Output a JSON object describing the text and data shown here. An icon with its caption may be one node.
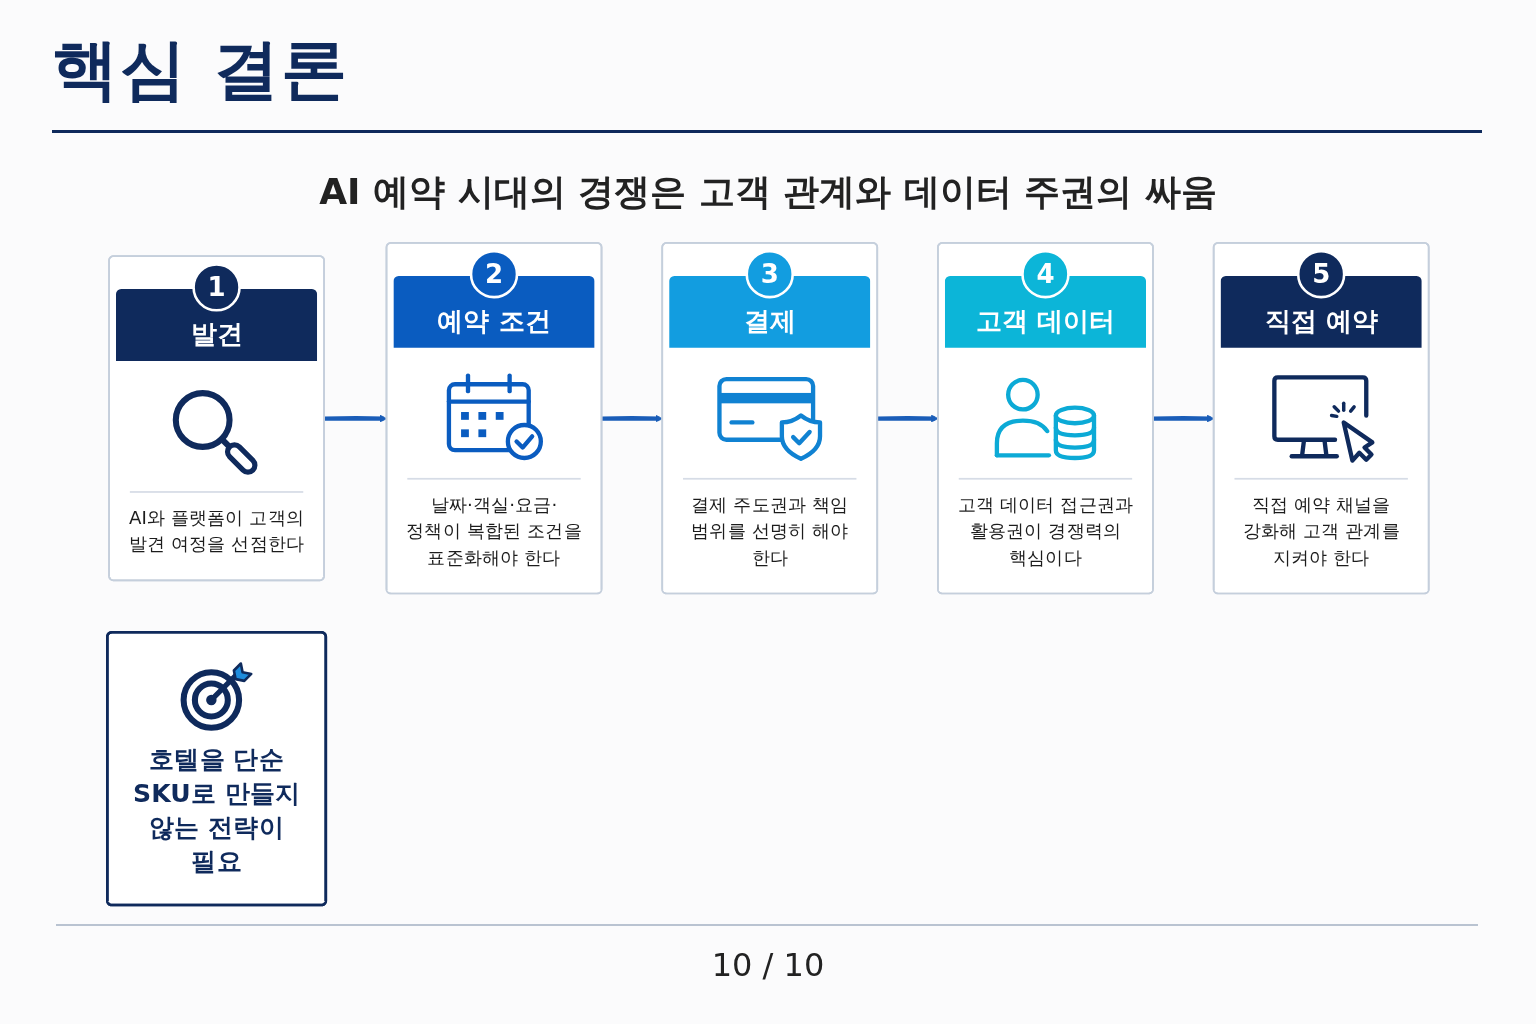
{
  "diagram": {
    "title": "핵심 결론",
    "nodes": [
      {
        "text": [
          "1",
          "발견",
          "AI와 플랫폼이 고객의 발견 여정을 선점한다"
        ]
      },
      {
        "text": [
          "2",
          "예약 조건",
          "날짜·객실·요금·정책이 복합된 조건을 표준화해야 한다"
        ]
      },
      {
        "text": [
          "3",
          "결제",
          "결제 주도권과 책임 범위를 선명히 해야 한다"
        ]
      },
      {
        "text": [
          "4",
          "고객 데이터",
          "고객 데이터 접근권과 활용권이 경쟁력의 핵심이다"
        ]
      },
      {
        "text": [
          "5",
          "직접 예약",
          "직접 예약 채널을 강화해 고객 관계를 지켜야 한다"
        ]
      },
      {
        "text": [
          "호텔을 단순 SKU로 만들지 않는 전략이 필요"
        ]
      }
    ],
    "edges": [
      {
        "from": 0,
        "to": 1,
        "arrow": "to"
      },
      {
        "from": 1,
        "to": 2,
        "arrow": "to"
      },
      {
        "from": 2,
        "to": 3,
        "arrow": "to"
      },
      {
        "from": 3,
        "to": 4,
        "arrow": "to"
      }
    ],
    "labels": [
      "AI 예약 시대의 경쟁은 고객 관계와 데이터 주권의 싸움",
      "10 / 10"
    ]
  }
}
